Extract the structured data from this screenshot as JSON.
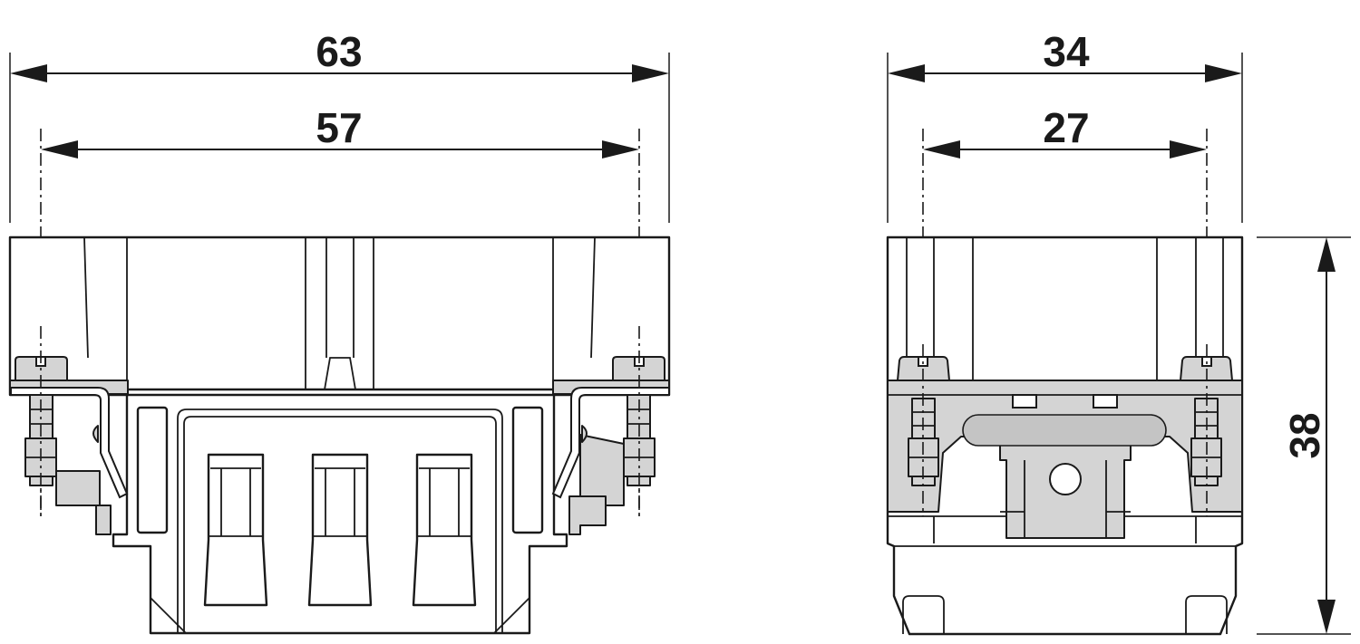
{
  "dimensions": {
    "front_overall_width": "63",
    "front_inner_width": "57",
    "side_overall_width": "34",
    "side_inner_width": "27",
    "height": "38"
  },
  "colors": {
    "line": "#1a1a1a",
    "fill_gray": "#d4d4d4",
    "background": "#ffffff"
  }
}
